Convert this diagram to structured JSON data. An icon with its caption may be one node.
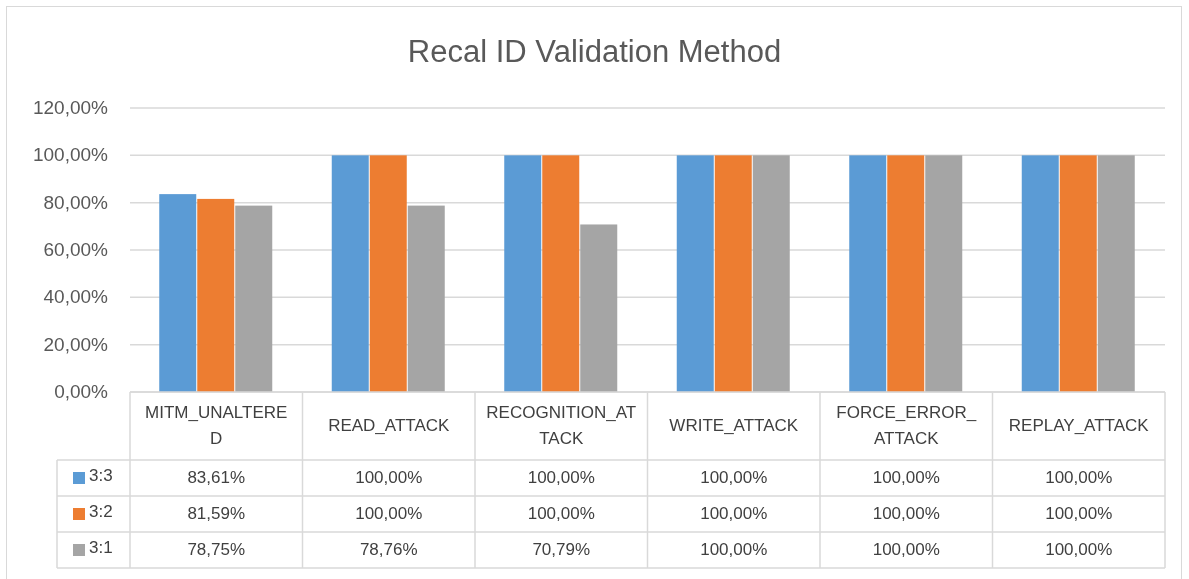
{
  "diagram": {
    "chart_data": {
      "type": "bar",
      "title": "Recal ID Validation Method",
      "categories": [
        "MITM_UNALTERED",
        "READ_ATTACK",
        "RECOGNITION_ATTACK",
        "WRITE_ATTACK",
        "FORCE_ERROR_ATTACK",
        "REPLAY_ATTACK"
      ],
      "series": [
        {
          "name": "3:3",
          "color": "#5b9bd5",
          "values": [
            83.61,
            100,
            100,
            100,
            100,
            100
          ]
        },
        {
          "name": "3:2",
          "color": "#ed7d31",
          "values": [
            81.59,
            100,
            100,
            100,
            100,
            100
          ]
        },
        {
          "name": "3:1",
          "color": "#a5a5a5",
          "values": [
            78.75,
            78.76,
            70.79,
            100,
            100,
            100
          ]
        }
      ],
      "ylim": [
        0,
        120
      ],
      "grid": true,
      "legend": true,
      "yticks": [
        {
          "value": 0,
          "label": "0,00%"
        },
        {
          "value": 20,
          "label": "20,00%"
        },
        {
          "value": 40,
          "label": "40,00%"
        },
        {
          "value": 60,
          "label": "60,00%"
        },
        {
          "value": 80,
          "label": "80,00%"
        },
        {
          "value": 100,
          "label": "100,00%"
        },
        {
          "value": 120,
          "label": "120,00%"
        }
      ],
      "value_labels": [
        [
          "83,61%",
          "100,00%",
          "100,00%",
          "100,00%",
          "100,00%",
          "100,00%"
        ],
        [
          "81,59%",
          "100,00%",
          "100,00%",
          "100,00%",
          "100,00%",
          "100,00%"
        ],
        [
          "78,75%",
          "78,76%",
          "70,79%",
          "100,00%",
          "100,00%",
          "100,00%"
        ]
      ]
    }
  }
}
